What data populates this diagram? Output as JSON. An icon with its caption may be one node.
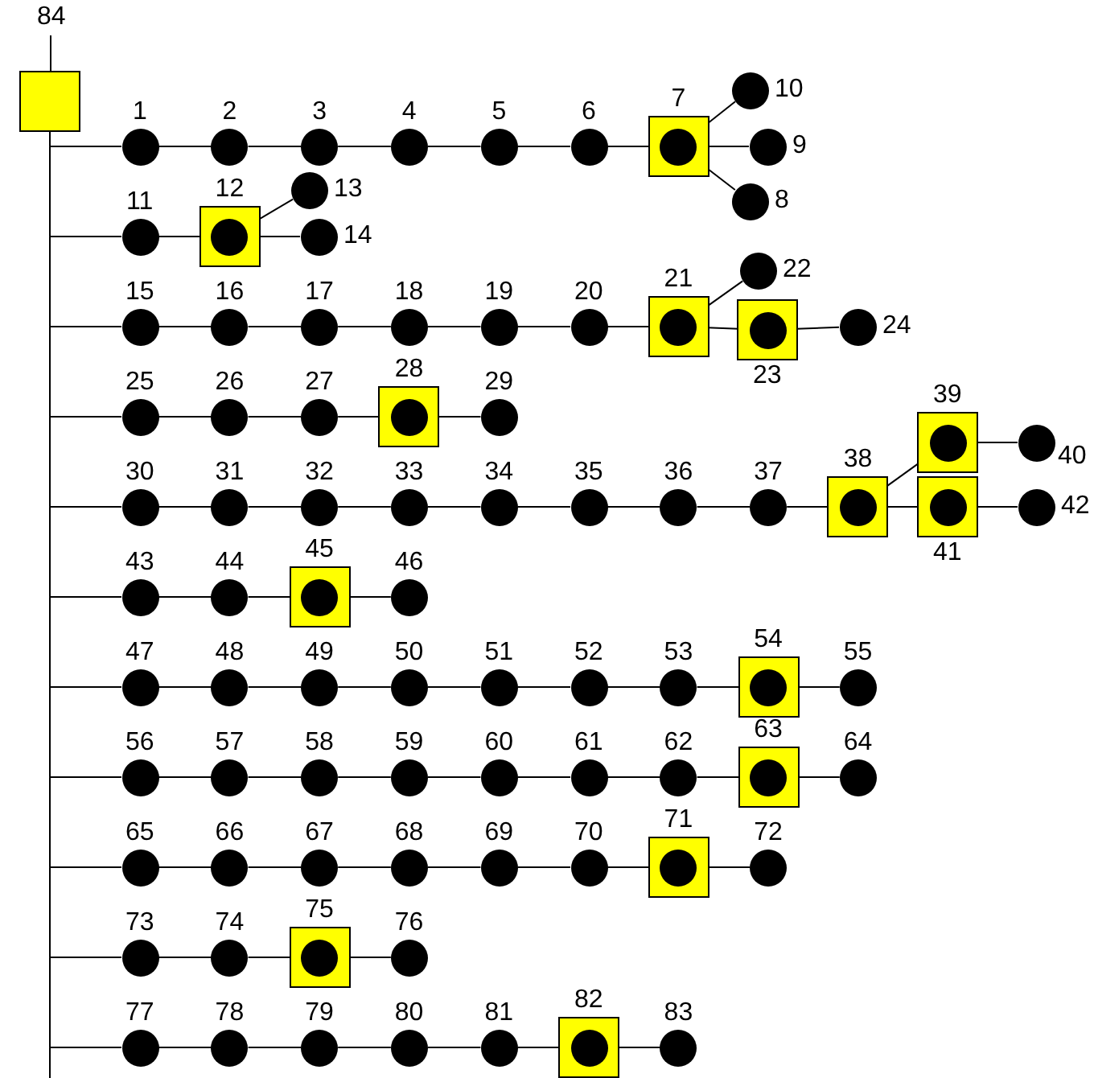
{
  "diagram": {
    "nodes": [
      {
        "text": [
          "84"
        ]
      },
      {
        "text": [
          "1"
        ]
      },
      {
        "text": [
          "2"
        ]
      },
      {
        "text": [
          "3"
        ]
      },
      {
        "text": [
          "4"
        ]
      },
      {
        "text": [
          "5"
        ]
      },
      {
        "text": [
          "6"
        ]
      },
      {
        "text": [],
        "shape": "box"
      },
      {
        "text": [
          "7"
        ],
        "in": 7
      },
      {
        "text": [
          "8"
        ]
      },
      {
        "text": [
          "9"
        ]
      },
      {
        "text": [
          "10"
        ]
      },
      {
        "text": [
          "11"
        ]
      },
      {
        "text": [],
        "shape": "box"
      },
      {
        "text": [
          "12"
        ],
        "in": 13
      },
      {
        "text": [
          "13"
        ]
      },
      {
        "text": [
          "14"
        ]
      },
      {
        "text": [
          "15"
        ]
      },
      {
        "text": [
          "16"
        ]
      },
      {
        "text": [
          "17"
        ]
      },
      {
        "text": [
          "18"
        ]
      },
      {
        "text": [
          "19"
        ]
      },
      {
        "text": [
          "20"
        ]
      },
      {
        "text": [],
        "shape": "box"
      },
      {
        "text": [
          "21"
        ],
        "in": 23
      },
      {
        "text": [
          "22"
        ]
      },
      {
        "text": [],
        "shape": "box"
      },
      {
        "text": [
          "23"
        ],
        "in": 26
      },
      {
        "text": [
          "24"
        ]
      },
      {
        "text": [
          "25"
        ]
      },
      {
        "text": [
          "26"
        ]
      },
      {
        "text": [
          "27"
        ]
      },
      {
        "text": [],
        "shape": "box"
      },
      {
        "text": [
          "28"
        ],
        "in": 32
      },
      {
        "text": [
          "29"
        ]
      },
      {
        "text": [
          "30"
        ]
      },
      {
        "text": [
          "31"
        ]
      },
      {
        "text": [
          "32"
        ]
      },
      {
        "text": [
          "33"
        ]
      },
      {
        "text": [
          "34"
        ]
      },
      {
        "text": [
          "35"
        ]
      },
      {
        "text": [
          "36"
        ]
      },
      {
        "text": [
          "37"
        ]
      },
      {
        "text": [],
        "shape": "box"
      },
      {
        "text": [
          "38"
        ],
        "in": 43
      },
      {
        "text": [],
        "shape": "box"
      },
      {
        "text": [
          "39"
        ],
        "in": 45
      },
      {
        "text": [
          "40"
        ]
      },
      {
        "text": [],
        "shape": "box"
      },
      {
        "text": [
          "41"
        ],
        "in": 48
      },
      {
        "text": [
          "42"
        ]
      },
      {
        "text": [
          "43"
        ]
      },
      {
        "text": [
          "44"
        ]
      },
      {
        "text": [],
        "shape": "box"
      },
      {
        "text": [
          "45"
        ],
        "in": 53
      },
      {
        "text": [
          "46"
        ]
      },
      {
        "text": [
          "47"
        ]
      },
      {
        "text": [
          "48"
        ]
      },
      {
        "text": [
          "49"
        ]
      },
      {
        "text": [
          "50"
        ]
      },
      {
        "text": [
          "51"
        ]
      },
      {
        "text": [
          "52"
        ]
      },
      {
        "text": [
          "53"
        ]
      },
      {
        "text": [],
        "shape": "box"
      },
      {
        "text": [
          "54"
        ],
        "in": 63
      },
      {
        "text": [
          "55"
        ]
      },
      {
        "text": [
          "56"
        ]
      },
      {
        "text": [
          "57"
        ]
      },
      {
        "text": [
          "58"
        ]
      },
      {
        "text": [
          "59"
        ]
      },
      {
        "text": [
          "60"
        ]
      },
      {
        "text": [
          "61"
        ]
      },
      {
        "text": [
          "62"
        ]
      },
      {
        "text": [],
        "shape": "box"
      },
      {
        "text": [
          "63"
        ],
        "in": 73
      },
      {
        "text": [
          "64"
        ]
      },
      {
        "text": [
          "65"
        ]
      },
      {
        "text": [
          "66"
        ]
      },
      {
        "text": [
          "67"
        ]
      },
      {
        "text": [
          "68"
        ]
      },
      {
        "text": [
          "69"
        ]
      },
      {
        "text": [
          "70"
        ]
      },
      {
        "text": [],
        "shape": "box"
      },
      {
        "text": [
          "71"
        ],
        "in": 82
      },
      {
        "text": [
          "72"
        ]
      },
      {
        "text": [
          "73"
        ]
      },
      {
        "text": [
          "74"
        ]
      },
      {
        "text": [],
        "shape": "box"
      },
      {
        "text": [
          "75"
        ],
        "in": 87
      },
      {
        "text": [
          "76"
        ]
      },
      {
        "text": [
          "77"
        ]
      },
      {
        "text": [
          "78"
        ]
      },
      {
        "text": [
          "79"
        ]
      },
      {
        "text": [
          "80"
        ]
      },
      {
        "text": [
          "81"
        ]
      },
      {
        "text": [],
        "shape": "box"
      },
      {
        "text": [
          "82"
        ],
        "in": 95
      },
      {
        "text": [
          "83"
        ]
      }
    ],
    "edges": [
      {
        "from": 0,
        "to": 1,
        "arrow": "none"
      },
      {
        "from": 0,
        "to": 12,
        "arrow": "none"
      },
      {
        "from": 0,
        "to": 17,
        "arrow": "none"
      },
      {
        "from": 0,
        "to": 29,
        "arrow": "none"
      },
      {
        "from": 0,
        "to": 35,
        "arrow": "none"
      },
      {
        "from": 0,
        "to": 51,
        "arrow": "none"
      },
      {
        "from": 0,
        "to": 56,
        "arrow": "none"
      },
      {
        "from": 0,
        "to": 66,
        "arrow": "none"
      },
      {
        "from": 0,
        "to": 76,
        "arrow": "none"
      },
      {
        "from": 0,
        "to": 85,
        "arrow": "none"
      },
      {
        "from": 0,
        "to": 90,
        "arrow": "none"
      },
      {
        "from": 1,
        "to": 2,
        "arrow": "none"
      },
      {
        "from": 2,
        "to": 3,
        "arrow": "none"
      },
      {
        "from": 3,
        "to": 4,
        "arrow": "none"
      },
      {
        "from": 4,
        "to": 5,
        "arrow": "none"
      },
      {
        "from": 5,
        "to": 6,
        "arrow": "none"
      },
      {
        "from": 6,
        "to": 8,
        "arrow": "none"
      },
      {
        "from": 8,
        "to": 11,
        "arrow": "none"
      },
      {
        "from": 8,
        "to": 10,
        "arrow": "none"
      },
      {
        "from": 8,
        "to": 9,
        "arrow": "none"
      },
      {
        "from": 12,
        "to": 14,
        "arrow": "none"
      },
      {
        "from": 14,
        "to": 15,
        "arrow": "none"
      },
      {
        "from": 14,
        "to": 16,
        "arrow": "none"
      },
      {
        "from": 17,
        "to": 18,
        "arrow": "none"
      },
      {
        "from": 18,
        "to": 19,
        "arrow": "none"
      },
      {
        "from": 19,
        "to": 20,
        "arrow": "none"
      },
      {
        "from": 20,
        "to": 21,
        "arrow": "none"
      },
      {
        "from": 21,
        "to": 22,
        "arrow": "none"
      },
      {
        "from": 22,
        "to": 24,
        "arrow": "none"
      },
      {
        "from": 24,
        "to": 25,
        "arrow": "none"
      },
      {
        "from": 24,
        "to": 27,
        "arrow": "none"
      },
      {
        "from": 27,
        "to": 28,
        "arrow": "none"
      },
      {
        "from": 29,
        "to": 30,
        "arrow": "none"
      },
      {
        "from": 30,
        "to": 31,
        "arrow": "none"
      },
      {
        "from": 31,
        "to": 33,
        "arrow": "none"
      },
      {
        "from": 33,
        "to": 34,
        "arrow": "none"
      },
      {
        "from": 35,
        "to": 36,
        "arrow": "none"
      },
      {
        "from": 36,
        "to": 37,
        "arrow": "none"
      },
      {
        "from": 37,
        "to": 38,
        "arrow": "none"
      },
      {
        "from": 38,
        "to": 39,
        "arrow": "none"
      },
      {
        "from": 39,
        "to": 40,
        "arrow": "none"
      },
      {
        "from": 40,
        "to": 41,
        "arrow": "none"
      },
      {
        "from": 41,
        "to": 42,
        "arrow": "none"
      },
      {
        "from": 42,
        "to": 44,
        "arrow": "none"
      },
      {
        "from": 44,
        "to": 46,
        "arrow": "none"
      },
      {
        "from": 46,
        "to": 47,
        "arrow": "none"
      },
      {
        "from": 44,
        "to": 49,
        "arrow": "none"
      },
      {
        "from": 49,
        "to": 50,
        "arrow": "none"
      },
      {
        "from": 51,
        "to": 52,
        "arrow": "none"
      },
      {
        "from": 52,
        "to": 54,
        "arrow": "none"
      },
      {
        "from": 54,
        "to": 55,
        "arrow": "none"
      },
      {
        "from": 56,
        "to": 57,
        "arrow": "none"
      },
      {
        "from": 57,
        "to": 58,
        "arrow": "none"
      },
      {
        "from": 58,
        "to": 59,
        "arrow": "none"
      },
      {
        "from": 59,
        "to": 60,
        "arrow": "none"
      },
      {
        "from": 60,
        "to": 61,
        "arrow": "none"
      },
      {
        "from": 61,
        "to": 62,
        "arrow": "none"
      },
      {
        "from": 62,
        "to": 64,
        "arrow": "none"
      },
      {
        "from": 64,
        "to": 65,
        "arrow": "none"
      },
      {
        "from": 66,
        "to": 67,
        "arrow": "none"
      },
      {
        "from": 67,
        "to": 68,
        "arrow": "none"
      },
      {
        "from": 68,
        "to": 69,
        "arrow": "none"
      },
      {
        "from": 69,
        "to": 70,
        "arrow": "none"
      },
      {
        "from": 70,
        "to": 71,
        "arrow": "none"
      },
      {
        "from": 71,
        "to": 72,
        "arrow": "none"
      },
      {
        "from": 72,
        "to": 74,
        "arrow": "none"
      },
      {
        "from": 74,
        "to": 75,
        "arrow": "none"
      },
      {
        "from": 76,
        "to": 77,
        "arrow": "none"
      },
      {
        "from": 77,
        "to": 78,
        "arrow": "none"
      },
      {
        "from": 78,
        "to": 79,
        "arrow": "none"
      },
      {
        "from": 79,
        "to": 80,
        "arrow": "none"
      },
      {
        "from": 80,
        "to": 81,
        "arrow": "none"
      },
      {
        "from": 81,
        "to": 83,
        "arrow": "none"
      },
      {
        "from": 83,
        "to": 84,
        "arrow": "none"
      },
      {
        "from": 85,
        "to": 86,
        "arrow": "none"
      },
      {
        "from": 86,
        "to": 88,
        "arrow": "none"
      },
      {
        "from": 88,
        "to": 89,
        "arrow": "none"
      },
      {
        "from": 90,
        "to": 91,
        "arrow": "none"
      },
      {
        "from": 91,
        "to": 92,
        "arrow": "none"
      },
      {
        "from": 92,
        "to": 93,
        "arrow": "none"
      },
      {
        "from": 93,
        "to": 94,
        "arrow": "none"
      },
      {
        "from": 94,
        "to": 96,
        "arrow": "none"
      },
      {
        "from": 96,
        "to": 97,
        "arrow": "none"
      }
    ]
  }
}
